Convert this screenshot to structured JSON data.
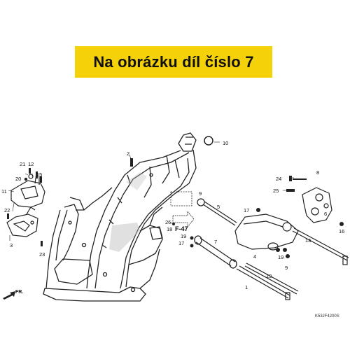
{
  "banner": {
    "text": "Na obrázku díl číslo 7",
    "color": "#f5d10a"
  },
  "callouts": {
    "c1": "1",
    "c2": "2",
    "c3": "3",
    "c4": "4",
    "c5": "5",
    "c6": "6",
    "c7": "7",
    "c8": "8",
    "c9a": "9",
    "c9b": "9",
    "c10": "10",
    "c11": "11",
    "c12": "12",
    "c13": "13",
    "c15": "15",
    "c16": "16",
    "c17a": "17",
    "c17b": "17",
    "c18": "18",
    "c19a": "19",
    "c19b": "19",
    "c20": "20",
    "c21": "21",
    "c22": "22",
    "c23": "23",
    "c24": "24",
    "c25": "25",
    "c26": "26"
  },
  "reference": "F-47",
  "front_label": "FR.",
  "diagram_code": "K53JF4200S",
  "icons": [
    "front-direction-arrow-icon",
    "reference-arrow-icon"
  ]
}
